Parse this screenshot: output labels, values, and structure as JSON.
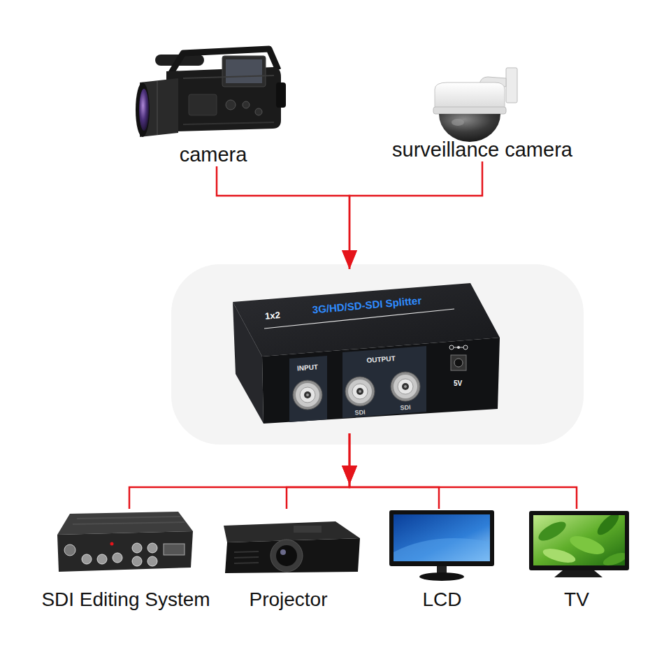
{
  "diagram": {
    "nodes": [
      {
        "text": [
          "camera"
        ]
      },
      {
        "text": [
          "surveillance camera"
        ]
      },
      {
        "text": [
          "3G/HD/SD-SDI Splitter",
          "1x2",
          "INPUT",
          "OUTPUT",
          "SDI",
          "SDI",
          "5V"
        ]
      },
      {
        "text": [
          "SDI Editing System"
        ]
      },
      {
        "text": [
          "Projector"
        ]
      },
      {
        "text": [
          "LCD"
        ]
      },
      {
        "text": [
          "TV"
        ]
      }
    ],
    "edges": [
      {
        "from": 0,
        "to": 2,
        "arrow": "to"
      },
      {
        "from": 1,
        "to": 2,
        "arrow": "to"
      },
      {
        "from": 2,
        "to": 3,
        "arrow": "to"
      },
      {
        "from": 2,
        "to": 4,
        "arrow": "to"
      },
      {
        "from": 2,
        "to": 5,
        "arrow": "to"
      },
      {
        "from": 2,
        "to": 6,
        "arrow": "to"
      }
    ]
  }
}
